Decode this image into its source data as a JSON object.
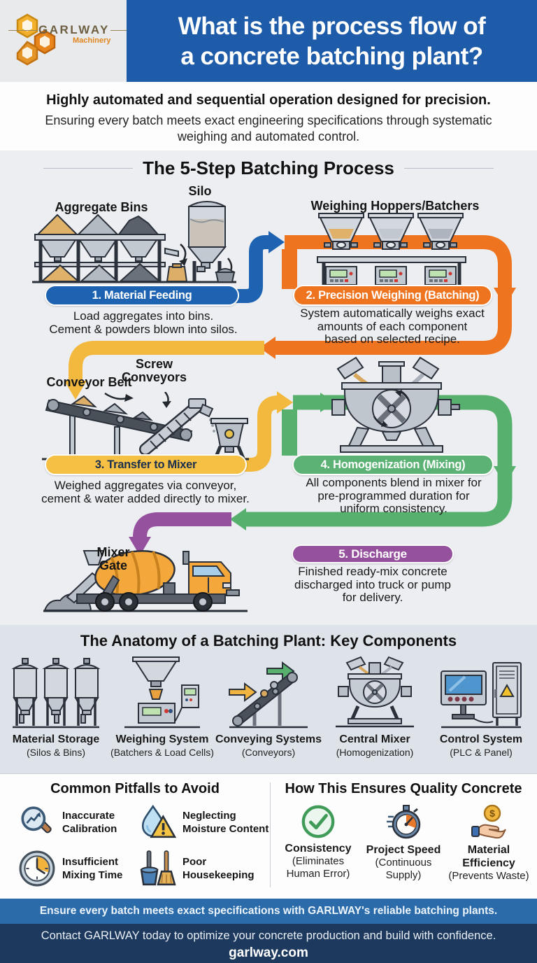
{
  "header": {
    "brand": "GARLWAY",
    "brand_sub": "Machinery",
    "title": "What is the process flow of\na concrete batching plant?"
  },
  "intro": {
    "heading": "Highly automated and sequential operation designed for precision.",
    "body": "Ensuring every batch meets exact engineering specifications through systematic\nweighing and automated control."
  },
  "process": {
    "title": "The 5-Step Batching Process",
    "steps": [
      {
        "label": "1. Material Feeding",
        "color": "#1d63b2",
        "desc": "Load aggregates into bins.\nCement & powders blown into silos."
      },
      {
        "label": "2. Precision Weighing (Batching)",
        "color": "#ee7420",
        "desc": "System automatically weighs exact\namounts of each component\nbased on selected recipe."
      },
      {
        "label": "3. Transfer to Mixer",
        "color": "#f5c043",
        "desc": "Weighed aggregates via conveyor,\ncement & water added directly to mixer."
      },
      {
        "label": "4. Homogenization (Mixing)",
        "color": "#57b06e",
        "desc": "All components blend in mixer for\npre-programmed duration for\nuniform consistency."
      },
      {
        "label": "5. Discharge",
        "color": "#96519e",
        "desc": "Finished ready-mix concrete\ndischarged into truck or pump\nfor delivery."
      }
    ],
    "labels": {
      "aggregate_bins": "Aggregate Bins",
      "silo": "Silo",
      "weighing_hoppers": "Weighing Hoppers/Batchers",
      "conveyor_belt": "Conveyor Belt",
      "screw_conveyors": "Screw\nConveyors",
      "mixer_gate": "Mixer\nGate"
    }
  },
  "anatomy": {
    "title": "The Anatomy of a Batching Plant: Key Components",
    "components": [
      {
        "name": "Material Storage",
        "sub": "(Silos & Bins)",
        "icon": "silos-icon"
      },
      {
        "name": "Weighing System",
        "sub": "(Batchers & Load Cells)",
        "icon": "batcher-scale-icon"
      },
      {
        "name": "Conveying Systems",
        "sub": "(Conveyors)",
        "icon": "conveyor-icon"
      },
      {
        "name": "Central Mixer",
        "sub": "(Homogenization)",
        "icon": "mixer-icon"
      },
      {
        "name": "Control System",
        "sub": "(PLC & Panel)",
        "icon": "control-panel-icon"
      }
    ]
  },
  "pitfalls": {
    "title": "Common Pitfalls to Avoid",
    "items": [
      {
        "label": "Inaccurate\nCalibration",
        "icon": "magnifier-chart-icon"
      },
      {
        "label": "Neglecting\nMoisture Content",
        "icon": "water-drop-warning-icon"
      },
      {
        "label": "Insufficient\nMixing Time",
        "icon": "clock-timer-icon"
      },
      {
        "label": "Poor\nHousekeeping",
        "icon": "bucket-broom-icon"
      }
    ]
  },
  "quality": {
    "title": "How This Ensures Quality Concrete",
    "items": [
      {
        "name": "Consistency",
        "sub": "(Eliminates\nHuman Error)",
        "icon": "check-circle-icon"
      },
      {
        "name": "Project Speed",
        "sub": "(Continuous\nSupply)",
        "icon": "stopwatch-icon"
      },
      {
        "name": "Material\nEfficiency",
        "sub": "(Prevents Waste)",
        "icon": "hand-coin-icon"
      }
    ]
  },
  "footer": {
    "banner": "Ensure every batch meets exact specifications with GARLWAY's reliable batching plants.",
    "contact": "Contact GARLWAY today to optimize your concrete production and build with confidence.",
    "website": "garlway.com"
  }
}
